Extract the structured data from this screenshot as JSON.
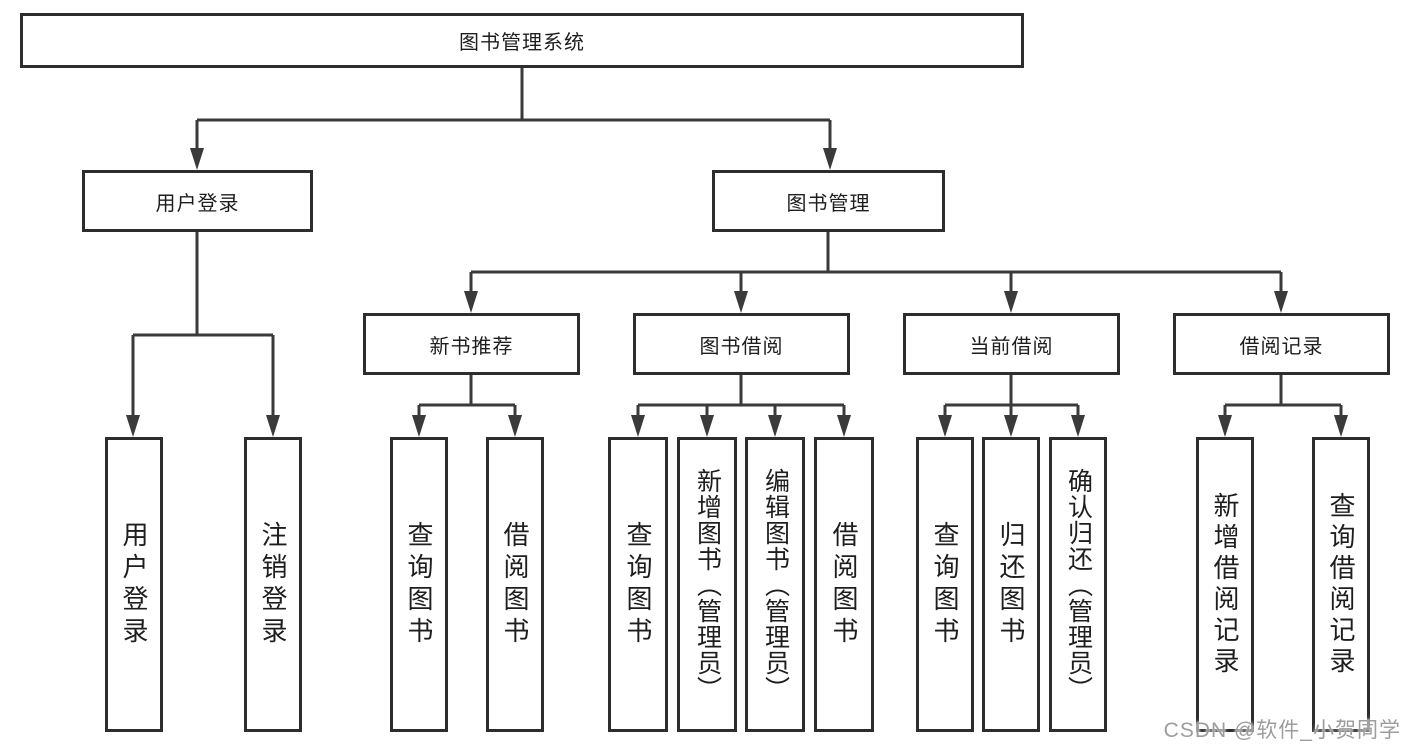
{
  "tree": {
    "label": "图书管理系统",
    "children": [
      {
        "label": "用户登录",
        "children": [
          {
            "label": "用户登录"
          },
          {
            "label": "注销登录"
          }
        ]
      },
      {
        "label": "图书管理",
        "children": [
          {
            "label": "新书推荐",
            "children": [
              {
                "label": "查询图书"
              },
              {
                "label": "借阅图书"
              }
            ]
          },
          {
            "label": "图书借阅",
            "children": [
              {
                "label": "查询图书"
              },
              {
                "label": "新增图书（管理员）"
              },
              {
                "label": "编辑图书（管理员）"
              },
              {
                "label": "借阅图书"
              }
            ]
          },
          {
            "label": "当前借阅",
            "children": [
              {
                "label": "查询图书"
              },
              {
                "label": "归还图书"
              },
              {
                "label": "确认归还（管理员）"
              }
            ]
          },
          {
            "label": "借阅记录",
            "children": [
              {
                "label": "新增借阅记录"
              },
              {
                "label": "查询借阅记录"
              }
            ]
          }
        ]
      }
    ]
  },
  "watermark": {
    "text": "CSDN @软件_小贺同学"
  },
  "colors": {
    "background": "#ffffff",
    "box_border": "#2d2d2d",
    "line": "#3a3a3a",
    "text": "#1e1e1e",
    "watermark_text": "#9d9d9d"
  }
}
